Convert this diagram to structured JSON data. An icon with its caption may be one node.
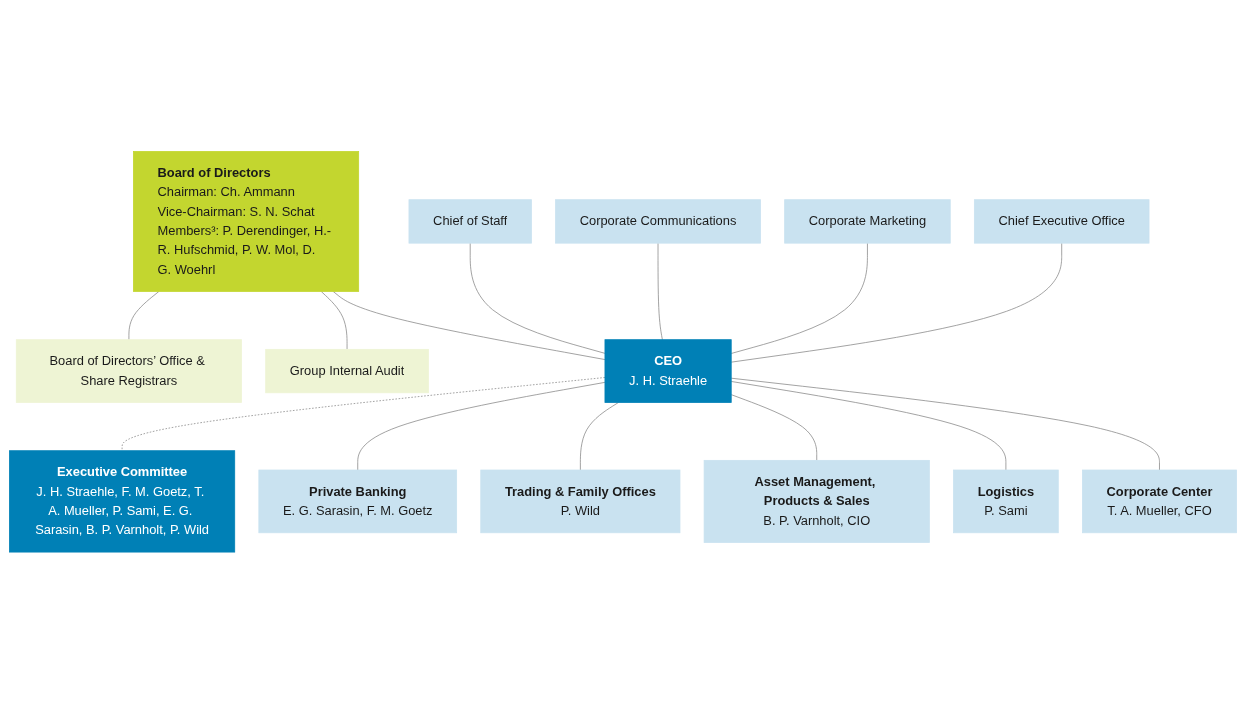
{
  "diagram": {
    "nodes": [
      {
        "text": [
          "Board of Directors",
          "Chairman: Ch. Ammann",
          "Vice-Chairman: S. N. Schat",
          "Members³: P. Derendinger, H.-R. Hufschmid, P. W. Mol, D. G. Woehrl"
        ]
      },
      {
        "text": [
          "Board of Directors’ Office & Share Registrars"
        ]
      },
      {
        "text": [
          "Group Internal Audit"
        ]
      },
      {
        "text": [
          "Chief of Staff"
        ]
      },
      {
        "text": [
          "Corporate Communications"
        ]
      },
      {
        "text": [
          "Corporate Marketing"
        ]
      },
      {
        "text": [
          "Chief Executive Office"
        ]
      },
      {
        "text": [
          "CEO",
          "J. H. Straehle"
        ]
      },
      {
        "text": [
          "Executive Committee",
          "J. H. Straehle, F. M. Goetz, T. A. Mueller, P. Sami, E. G. Sarasin, B. P. Varnholt, P. Wild"
        ]
      },
      {
        "text": [
          "Private Banking",
          "E. G. Sarasin, F. M. Goetz"
        ]
      },
      {
        "text": [
          "Trading & Family Offices",
          "P. Wild"
        ]
      },
      {
        "text": [
          "Asset Management, Products & Sales",
          "B. P. Varnholt, CIO"
        ]
      },
      {
        "text": [
          "Logistics",
          "P. Sami"
        ]
      },
      {
        "text": [
          "Corporate Center",
          "T. A. Mueller, CFO"
        ]
      }
    ],
    "edges": [
      {
        "from": 0,
        "to": 1,
        "arrow": "none"
      },
      {
        "from": 0,
        "to": 2,
        "arrow": "none"
      },
      {
        "from": 0,
        "to": 7,
        "arrow": "none"
      },
      {
        "from": 3,
        "to": 7,
        "arrow": "none"
      },
      {
        "from": 4,
        "to": 7,
        "arrow": "none"
      },
      {
        "from": 5,
        "to": 7,
        "arrow": "none"
      },
      {
        "from": 6,
        "to": 7,
        "arrow": "none"
      },
      {
        "from": 7,
        "to": 8,
        "arrow": "none",
        "style": "dashed"
      },
      {
        "from": 7,
        "to": 9,
        "arrow": "none"
      },
      {
        "from": 7,
        "to": 10,
        "arrow": "none"
      },
      {
        "from": 7,
        "to": 11,
        "arrow": "none"
      },
      {
        "from": 7,
        "to": 12,
        "arrow": "none"
      },
      {
        "from": 7,
        "to": 13,
        "arrow": "none"
      }
    ]
  }
}
